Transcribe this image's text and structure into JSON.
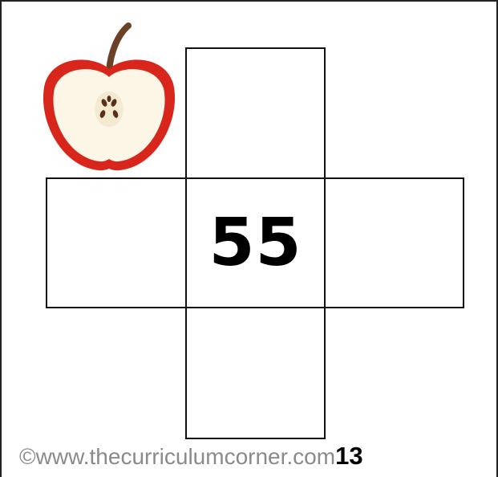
{
  "puzzle": {
    "center_value": "55"
  },
  "illustration": {
    "icon": "apple-half-icon",
    "colors": {
      "skin": "#d9261c",
      "flesh": "#fbf6e6",
      "stem": "#6b4226",
      "seed": "#5a2f1d"
    }
  },
  "footer": {
    "copyright": "©www.thecurriculumcorner.com",
    "page_number": "13"
  }
}
